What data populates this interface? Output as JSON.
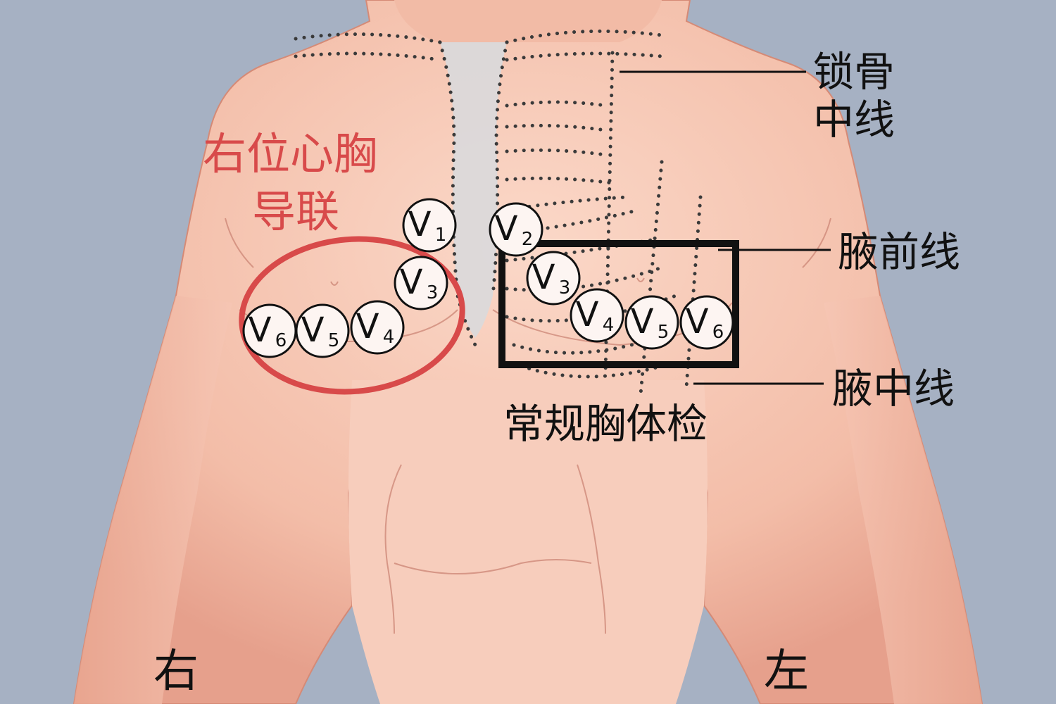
{
  "labels": {
    "clavicle_line_1": "锁骨",
    "clavicle_line_2": "中线",
    "anterior_axillary": "腋前线",
    "mid_axillary": "腋中线",
    "right_chest_leads_1": "右位心胸",
    "right_chest_leads_2": "导联",
    "routine_exam": "常规胸体检",
    "side_right": "右",
    "side_left": "左"
  },
  "leads_right": [
    {
      "letter": "V",
      "sub": "1"
    },
    {
      "letter": "V",
      "sub": "3"
    },
    {
      "letter": "V",
      "sub": "4"
    },
    {
      "letter": "V",
      "sub": "5"
    },
    {
      "letter": "V",
      "sub": "6"
    }
  ],
  "leads_left": [
    {
      "letter": "V",
      "sub": "2"
    },
    {
      "letter": "V",
      "sub": "3"
    },
    {
      "letter": "V",
      "sub": "4"
    },
    {
      "letter": "V",
      "sub": "5"
    },
    {
      "letter": "V",
      "sub": "6"
    }
  ],
  "colors": {
    "background": "#a6b1c3",
    "skin": "#f6c8b6",
    "skin_shadow": "#e49c88",
    "highlight_red": "#d84a4a",
    "box_black": "#111111",
    "sternum": "#d9d9dc"
  }
}
